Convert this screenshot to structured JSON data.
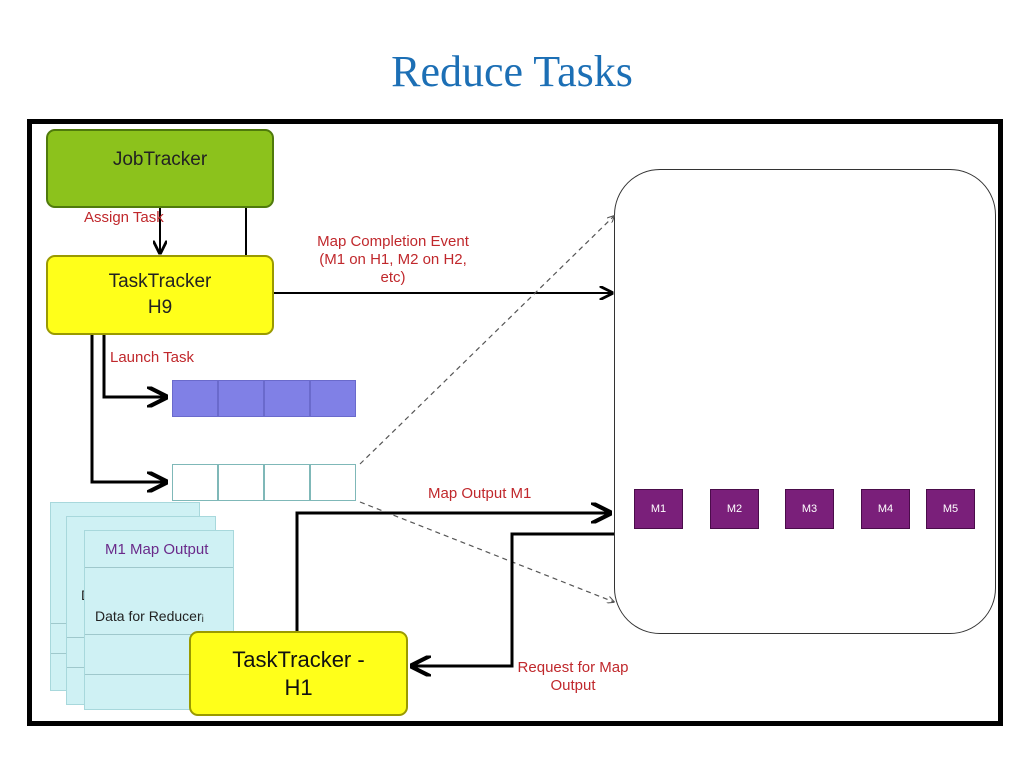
{
  "title": "Reduce Tasks",
  "nodes": {
    "jobtracker": "JobTracker",
    "tasktracker_h9": [
      "TaskTracker",
      "H9"
    ],
    "tasktracker_h1": [
      "TaskTracker -",
      "H1"
    ]
  },
  "labels": {
    "assign_task": "Assign Task",
    "launch_task": "Launch Task",
    "map_completion": [
      "Map Completion Event",
      "(M1 on H1, M2 on H2,",
      "etc)"
    ],
    "map_output_m1": "Map Output M1",
    "request_map_output": [
      "Request for Map",
      "Output"
    ]
  },
  "map_output_pages": {
    "title": "M1 Map Output",
    "row_text": "Data for Reducerᵢ",
    "back_fragment_1": "D",
    "back_fragment_2": "D"
  },
  "map_slots": [
    "M1",
    "M2",
    "M3",
    "M4",
    "M5"
  ],
  "colors": {
    "title": "#1c6fb5",
    "jobtracker": "#8cc21c",
    "tasktracker": "#ffff1a",
    "label_red": "#c0282c",
    "map_slot": "#7a1f7a",
    "queue_filled": "#8080e6",
    "page": "#cff1f4"
  }
}
